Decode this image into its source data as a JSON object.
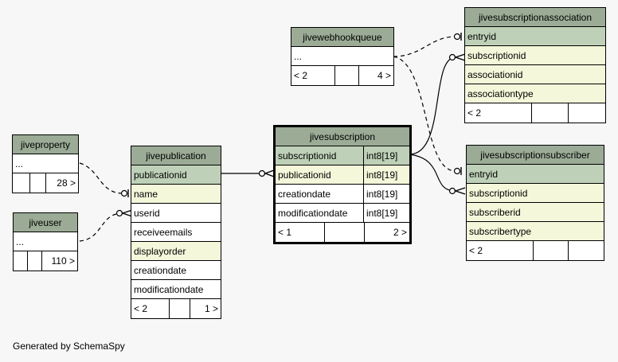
{
  "footer": "Generated by SchemaSpy",
  "tables": {
    "jivesubscriptionassociation": {
      "name": "jivesubscriptionassociation",
      "rows": [
        "entryid",
        "subscriptionid",
        "associationid",
        "associationtype"
      ],
      "foot": [
        "< 2",
        "",
        ""
      ]
    },
    "jivewebhookqueue": {
      "name": "jivewebhookqueue",
      "rows": [
        "..."
      ],
      "foot": [
        "< 2",
        "",
        "4 >"
      ]
    },
    "jivesubscription": {
      "name": "jivesubscription",
      "rows": [
        {
          "name": "subscriptionid",
          "type": "int8[19]"
        },
        {
          "name": "publicationid",
          "type": "int8[19]"
        },
        {
          "name": "creationdate",
          "type": "int8[19]"
        },
        {
          "name": "modificationdate",
          "type": "int8[19]"
        }
      ],
      "foot": [
        "< 1",
        "",
        "2 >"
      ]
    },
    "jivesubscriptionsubscriber": {
      "name": "jivesubscriptionsubscriber",
      "rows": [
        "entryid",
        "subscriptionid",
        "subscriberid",
        "subscribertype"
      ],
      "foot": [
        "< 2",
        "",
        ""
      ]
    },
    "jiveproperty": {
      "name": "jiveproperty",
      "rows": [
        "..."
      ],
      "foot": [
        "",
        "",
        "28 >"
      ]
    },
    "jiveuser": {
      "name": "jiveuser",
      "rows": [
        "..."
      ],
      "foot": [
        "",
        "",
        "110 >"
      ]
    },
    "jivepublication": {
      "name": "jivepublication",
      "rows": [
        "publicationid",
        "name",
        "userid",
        "receiveemails",
        "displayorder",
        "creationdate",
        "modificationdate"
      ],
      "foot": [
        "< 2",
        "",
        "1 >"
      ]
    }
  },
  "colors": {
    "header": "#9bab96",
    "primary_key": "#bed1b8",
    "foreign_key": "#f4f7da",
    "background": "#f7f7f7"
  }
}
